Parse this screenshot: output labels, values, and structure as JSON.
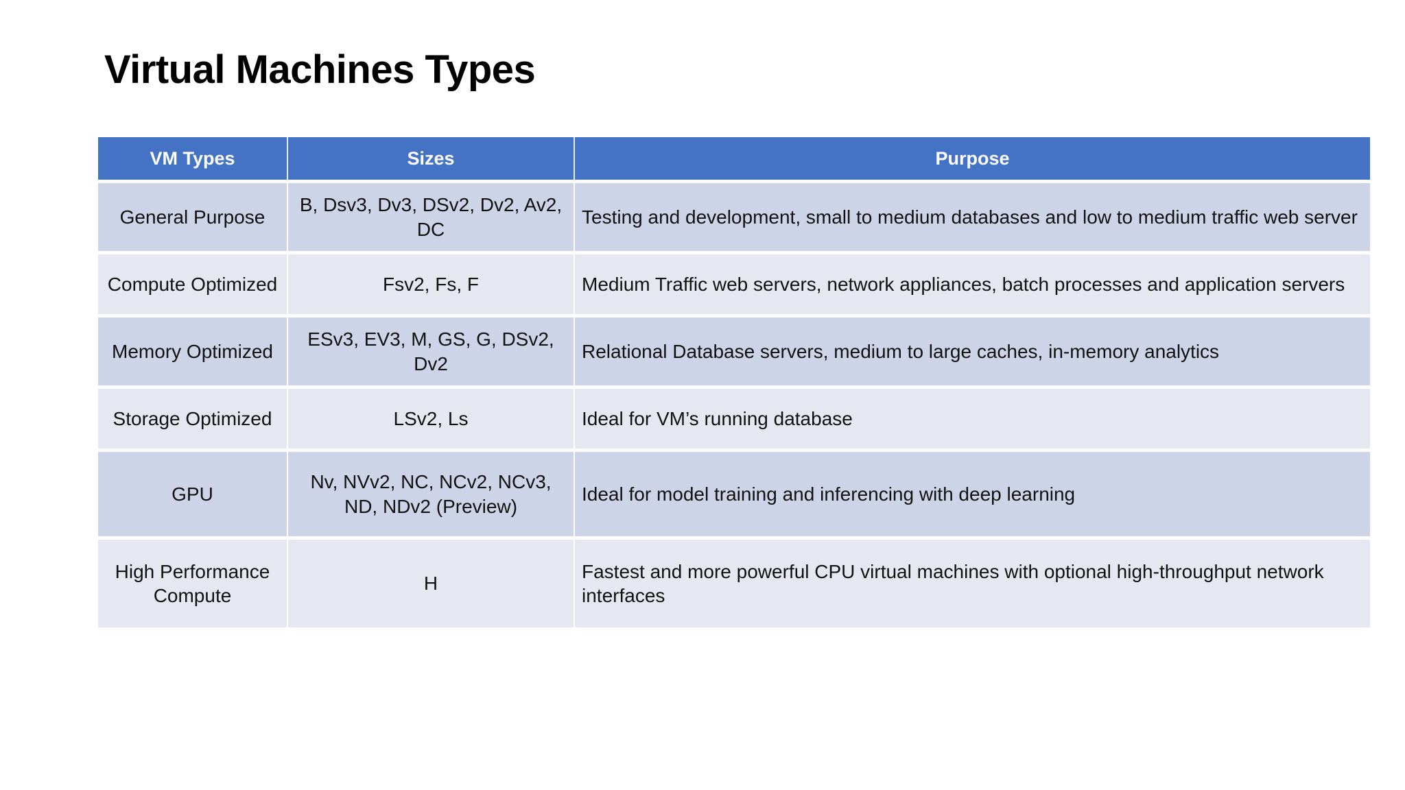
{
  "title": "Virtual Machines Types",
  "colors": {
    "header_bg": "#4472C4",
    "header_text": "#FFFFFF",
    "row_band_a": "#CED4E7",
    "row_band_b": "#E5E8F1",
    "body_text": "#111111",
    "page_bg": "#FFFFFF"
  },
  "table": {
    "columns": [
      "VM Types",
      "Sizes",
      "Purpose"
    ],
    "rows": [
      {
        "type": "General Purpose",
        "sizes": "B, Dsv3, Dv3, DSv2, Dv2, Av2, DC",
        "purpose": "Testing and development, small to medium databases and low to medium traffic web server"
      },
      {
        "type": "Compute Optimized",
        "sizes": "Fsv2, Fs, F",
        "purpose": "Medium Traffic web servers, network appliances, batch processes and application servers"
      },
      {
        "type": "Memory Optimized",
        "sizes": "ESv3, EV3, M, GS, G, DSv2, Dv2",
        "purpose": "Relational Database servers, medium to large caches, in-memory analytics"
      },
      {
        "type": "Storage Optimized",
        "sizes": "LSv2, Ls",
        "purpose": "Ideal for VM’s running database"
      },
      {
        "type": "GPU",
        "sizes": "Nv, NVv2, NC, NCv2, NCv3, ND, NDv2 (Preview)",
        "purpose": "Ideal for model training and inferencing with deep learning"
      },
      {
        "type": "High Performance Compute",
        "sizes": "H",
        "purpose": "Fastest and more powerful CPU virtual machines with optional high-throughput network interfaces"
      }
    ]
  }
}
